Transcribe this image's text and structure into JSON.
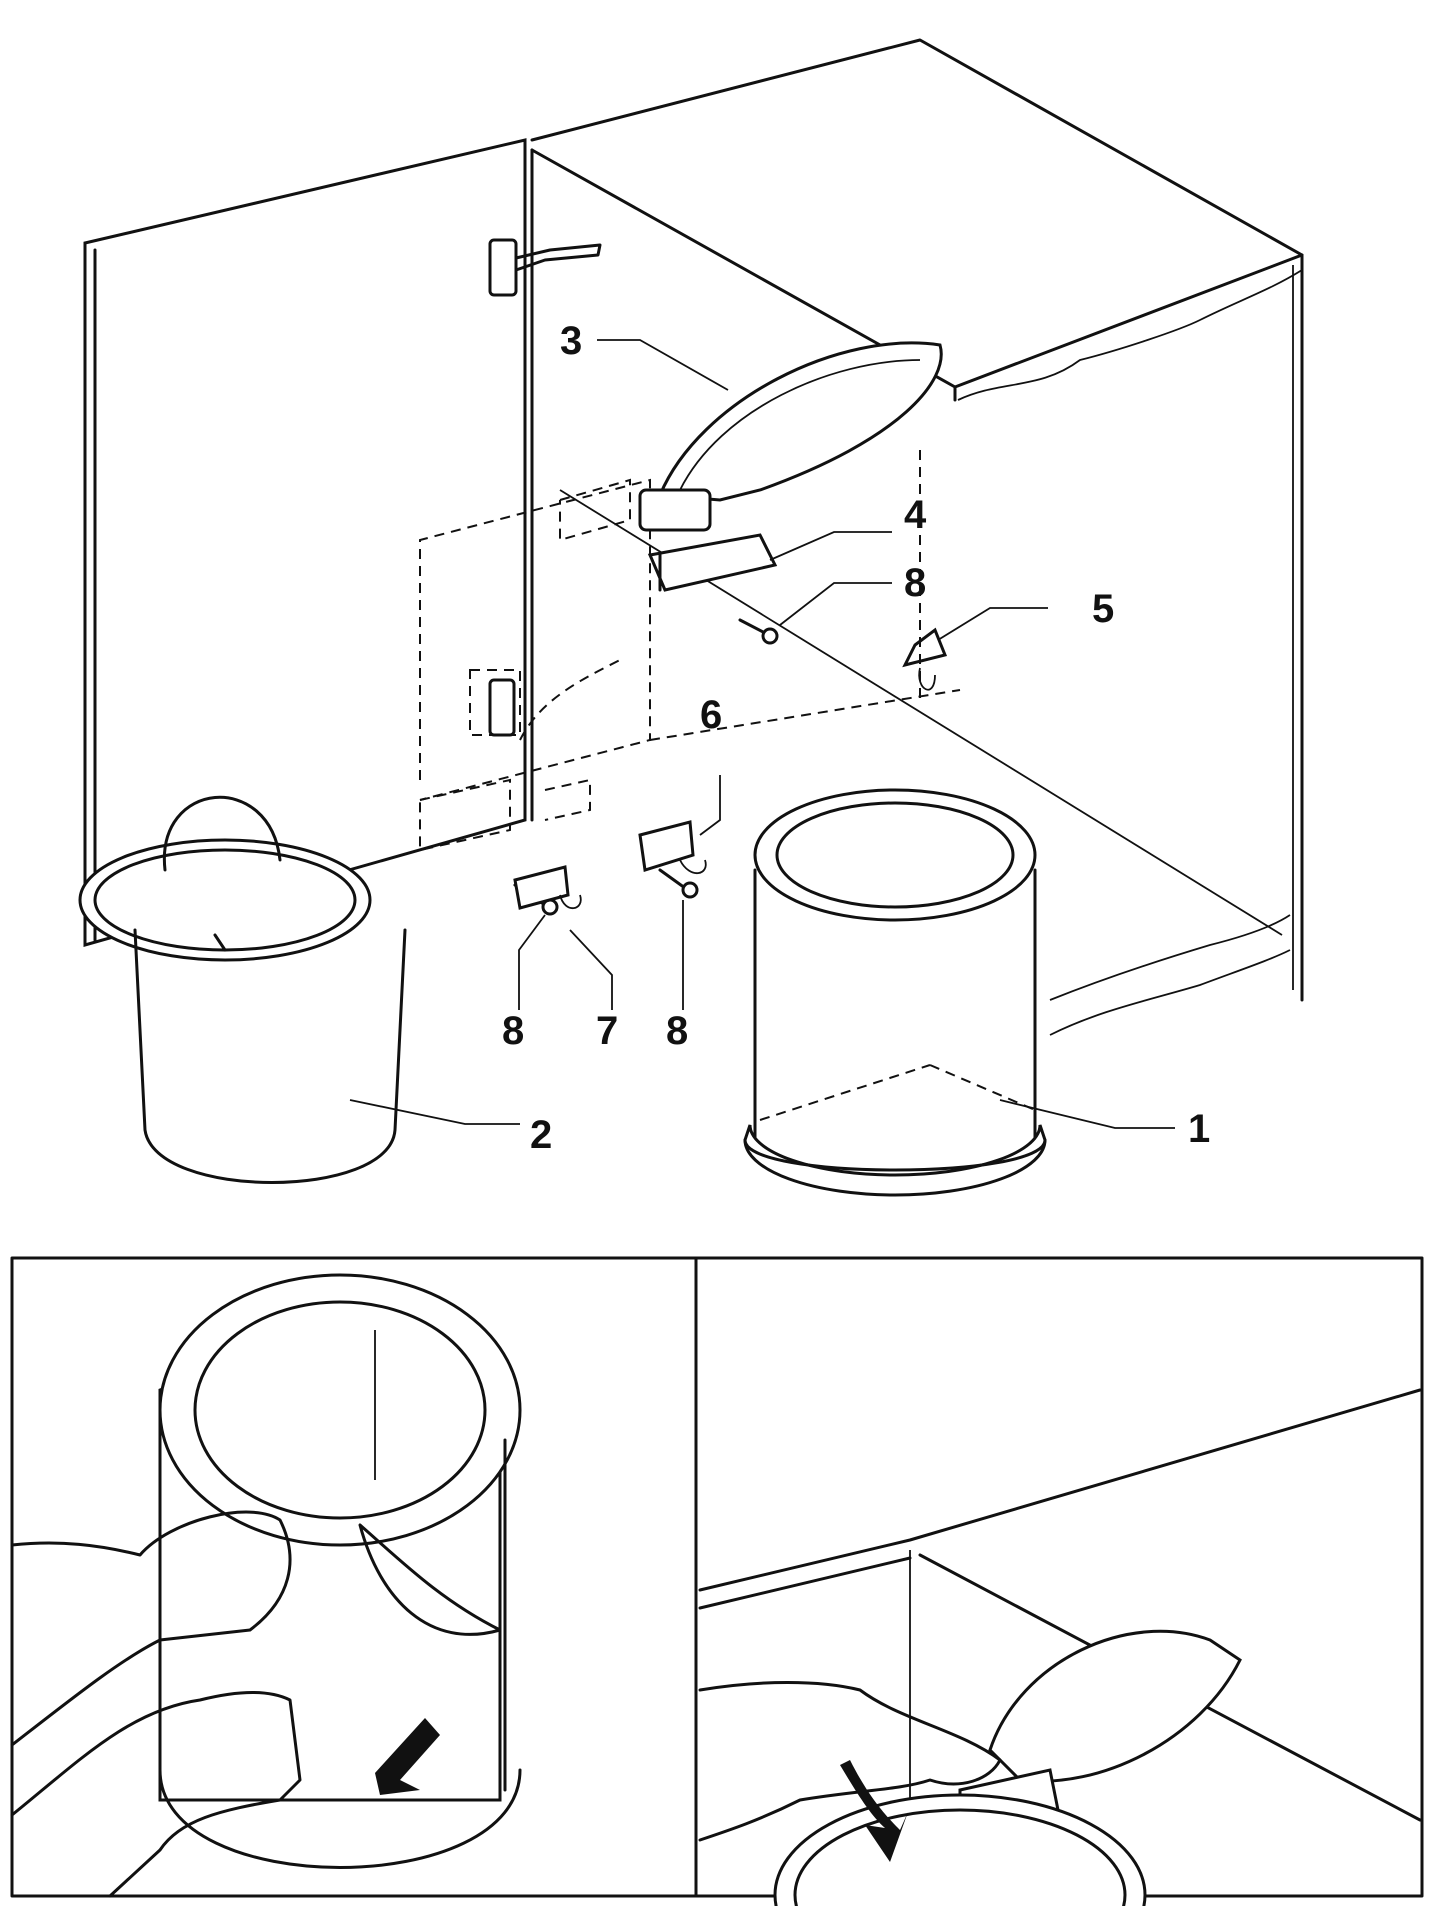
{
  "figure": {
    "title": "Built-in waste bin installation diagram",
    "main_view": {
      "callouts": [
        {
          "id": "callout-1",
          "text": "1",
          "part": "bin-outer-container"
        },
        {
          "id": "callout-2",
          "text": "2",
          "part": "inner-bucket-with-handle"
        },
        {
          "id": "callout-3",
          "text": "3",
          "part": "lid"
        },
        {
          "id": "callout-4",
          "text": "4",
          "part": "lid-hinge-bracket"
        },
        {
          "id": "callout-5",
          "text": "5",
          "part": "cable-guide"
        },
        {
          "id": "callout-6",
          "text": "6",
          "part": "bracket-right"
        },
        {
          "id": "callout-7",
          "text": "7",
          "part": "bracket-left"
        },
        {
          "id": "callout-8a",
          "text": "8",
          "part": "screw-top"
        },
        {
          "id": "callout-8b",
          "text": "8",
          "part": "screw-left"
        },
        {
          "id": "callout-8c",
          "text": "8",
          "part": "screw-right"
        }
      ]
    },
    "step_panels": [
      {
        "id": "step-remove-film",
        "description": "Peel protective film from bin"
      },
      {
        "id": "step-attach-lid",
        "description": "Push lid down onto hinge bracket"
      }
    ]
  }
}
